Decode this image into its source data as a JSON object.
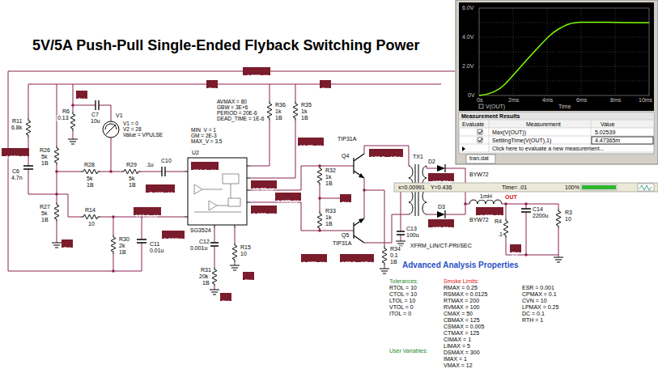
{
  "diagram": {
    "title": "5V/5A Push-Pull Single-Ended Flyback Switching Power",
    "nodes": [
      {
        "text": [
          "-4.870uV"
        ]
      },
      {
        "text": [
          "0V"
        ]
      },
      {
        "text": [
          "0V"
        ]
      },
      {
        "text": [
          "0V"
        ]
      },
      {
        "text": [
          "10.35pV"
        ]
      },
      {
        "text": [
          "-4.870uV"
        ]
      },
      {
        "text": [
          "177.2e-18V"
        ]
      },
      {
        "text": [
          "404.4mV"
        ]
      },
      {
        "text": [
          "-467.2fV"
        ]
      },
      {
        "text": [
          "10.35pV"
        ]
      },
      {
        "text": [
          "-2.440mV"
        ]
      },
      {
        "text": [
          "1.035uV"
        ]
      },
      {
        "text": [
          "0V"
        ]
      },
      {
        "text": [
          "-4.870uV"
        ]
      },
      {
        "text": [
          "1.035uV"
        ]
      },
      {
        "text": [
          "199.6mV"
        ]
      },
      {
        "text": [
          "-467.2fV"
        ]
      },
      {
        "text": [
          "1.000V"
        ]
      },
      {
        "text": [
          "0V"
        ]
      },
      {
        "text": [
          "0V"
        ]
      },
      {
        "text": [
          "1.035uV"
        ]
      },
      {
        "text": [
          "177.2e-18V"
        ]
      },
      {
        "text": [
          "0V"
        ]
      },
      {
        "text": [
          "0V"
        ]
      }
    ],
    "labels": [
      "R11",
      "6.8k",
      "C6",
      "4.7n",
      "R26",
      "5k",
      "1B",
      "R27",
      "5k",
      "1B",
      "C7",
      "10u",
      "R6",
      "0.13",
      "V1",
      "V1 = 0",
      "V2 = 28",
      "Value = VPULSE",
      "R28",
      "5k",
      "1B",
      "R29",
      "5k",
      "1B",
      ".1u",
      "C10",
      "R14",
      "10",
      "R30",
      "2k",
      "1B",
      "C11",
      "0.01u",
      "U2",
      "MIN_V = 1",
      "GM = 2E-3",
      "MAX_V = 3.5",
      "AVMAX = 80",
      "GBW = 3E+6",
      "PERIOD = 20E-6",
      "DEAD_TIME = 1E-6",
      "R36",
      "1k",
      "1B",
      "R35",
      "1k",
      "1B",
      "SG3524",
      "C12",
      "0.001u",
      "R31",
      "20k",
      "1B",
      "R15",
      "10",
      "R32",
      "1k",
      "1B",
      "R33",
      "1k",
      "1B",
      "TIP31A",
      "Q4",
      "TIP31A",
      "Q5",
      "R34",
      "0.1",
      "1B",
      "C13",
      "100u",
      "TX1",
      "XFRM_LIN/CT-PRI/SEC",
      "D2",
      "BYW72",
      "D3",
      "BYW72",
      "1mH",
      "OUT",
      "C14",
      "2200u",
      "R3",
      "10",
      "R4",
      ".1",
      "6.0V",
      "4.0V",
      "2.0V",
      "0V",
      "0s",
      "2ms",
      "4ms",
      "6ms",
      "8ms",
      "10ms",
      "Time",
      "Measurement Results",
      "Evaluate",
      "Measurement",
      "Value",
      "Max(V(OUT))",
      "5.02539",
      "SettlingTime(V(OUT),1)",
      "4.47365m",
      "Click here to evaluate a new measurement...",
      "tran.dat",
      "x=0.00991",
      "Y=0.436",
      "Time= .01",
      "100%",
      "Advanced Analysis Properties",
      "Tolerances:",
      "RTOL = 10",
      "CTOL = 10",
      "LTOL = 10",
      "VTOL = 0",
      "ITOL = 0",
      "User Variables:",
      "Smoke Limits:",
      "RMAX = 0.25",
      "RSMAX = 0.0125",
      "RTMAX = 200",
      "RVMAX = 100",
      "CMAX = 50",
      "CBMAX = 125",
      "CSMAX = 0.005",
      "CTMAX = 125",
      "CIMAX = 1",
      "LIMAX = 5",
      "DSMAX = 300",
      "IMAX = 1",
      "VMAX = 12",
      "ESR = 0.001",
      "CPMAX = 0.1",
      "CVN = 10",
      "LPMAX = 0.25",
      "DC = 0.1",
      "RTH = 1"
    ],
    "legend": [
      {
        "text": "V(OUT)"
      }
    ]
  }
}
